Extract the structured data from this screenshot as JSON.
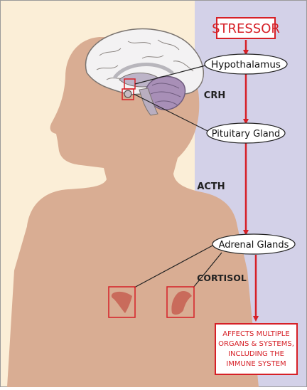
{
  "stressor": "STRESSOR",
  "nodes": {
    "hypothalamus": "Hypothalamus",
    "pituitary": "Pituitary Gland",
    "adrenal": "Adrenal Glands"
  },
  "hormones": {
    "crh": "CRH",
    "acth": "ACTH",
    "cortisol": "CORTISOL"
  },
  "effect": [
    "AFFECTS MULTIPLE",
    "ORGANS & SYSTEMS,",
    "INCLUDING THE",
    "IMMUNE SYSTEM"
  ],
  "colors": {
    "background_left": "#fbeed7",
    "background_right": "#d3d1e8",
    "body": "#d9ad93",
    "accent_red": "#d62027",
    "gland": "#c96b5b"
  }
}
